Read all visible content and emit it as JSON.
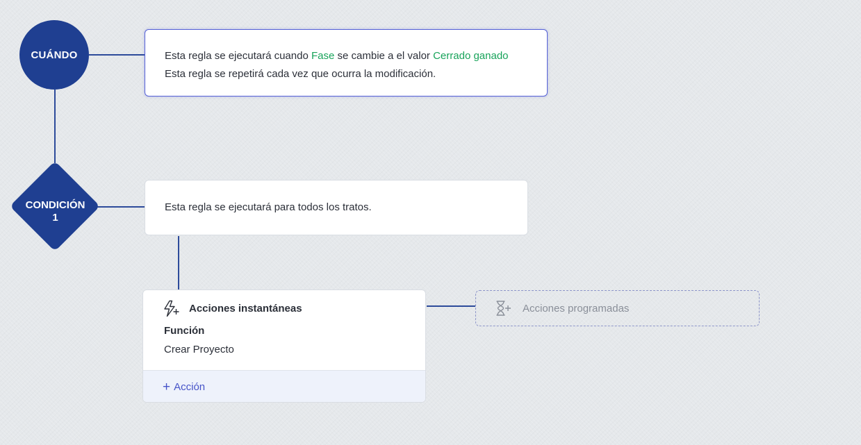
{
  "when_node": {
    "label": "CUÁNDO"
  },
  "when_card": {
    "line1_prefix": "Esta regla se ejecutará cuando",
    "field": "Fase",
    "line1_middle": "se cambie a el valor",
    "value": "Cerrado ganado",
    "line2": "Esta regla se repetirá cada vez que ocurra la modificación."
  },
  "condition_node": {
    "label_line1": "CONDICIÓN",
    "label_line2": "1"
  },
  "condition_card": {
    "text": "Esta regla se ejecutará para todos los tratos."
  },
  "instant_actions": {
    "title": "Acciones instantáneas",
    "icon": "lightning-plus-icon",
    "function_label": "Función",
    "function_value": "Crear Proyecto",
    "add_action_plus": "+",
    "add_action_label": "Acción"
  },
  "scheduled_actions": {
    "label": "Acciones programadas",
    "icon": "hourglass-plus-icon"
  },
  "colors": {
    "node": "#1f3f91",
    "connector": "#2c4a9a",
    "highlight_green": "#18a35a",
    "link_blue": "#4653c8",
    "selected_border": "#5561d6"
  }
}
